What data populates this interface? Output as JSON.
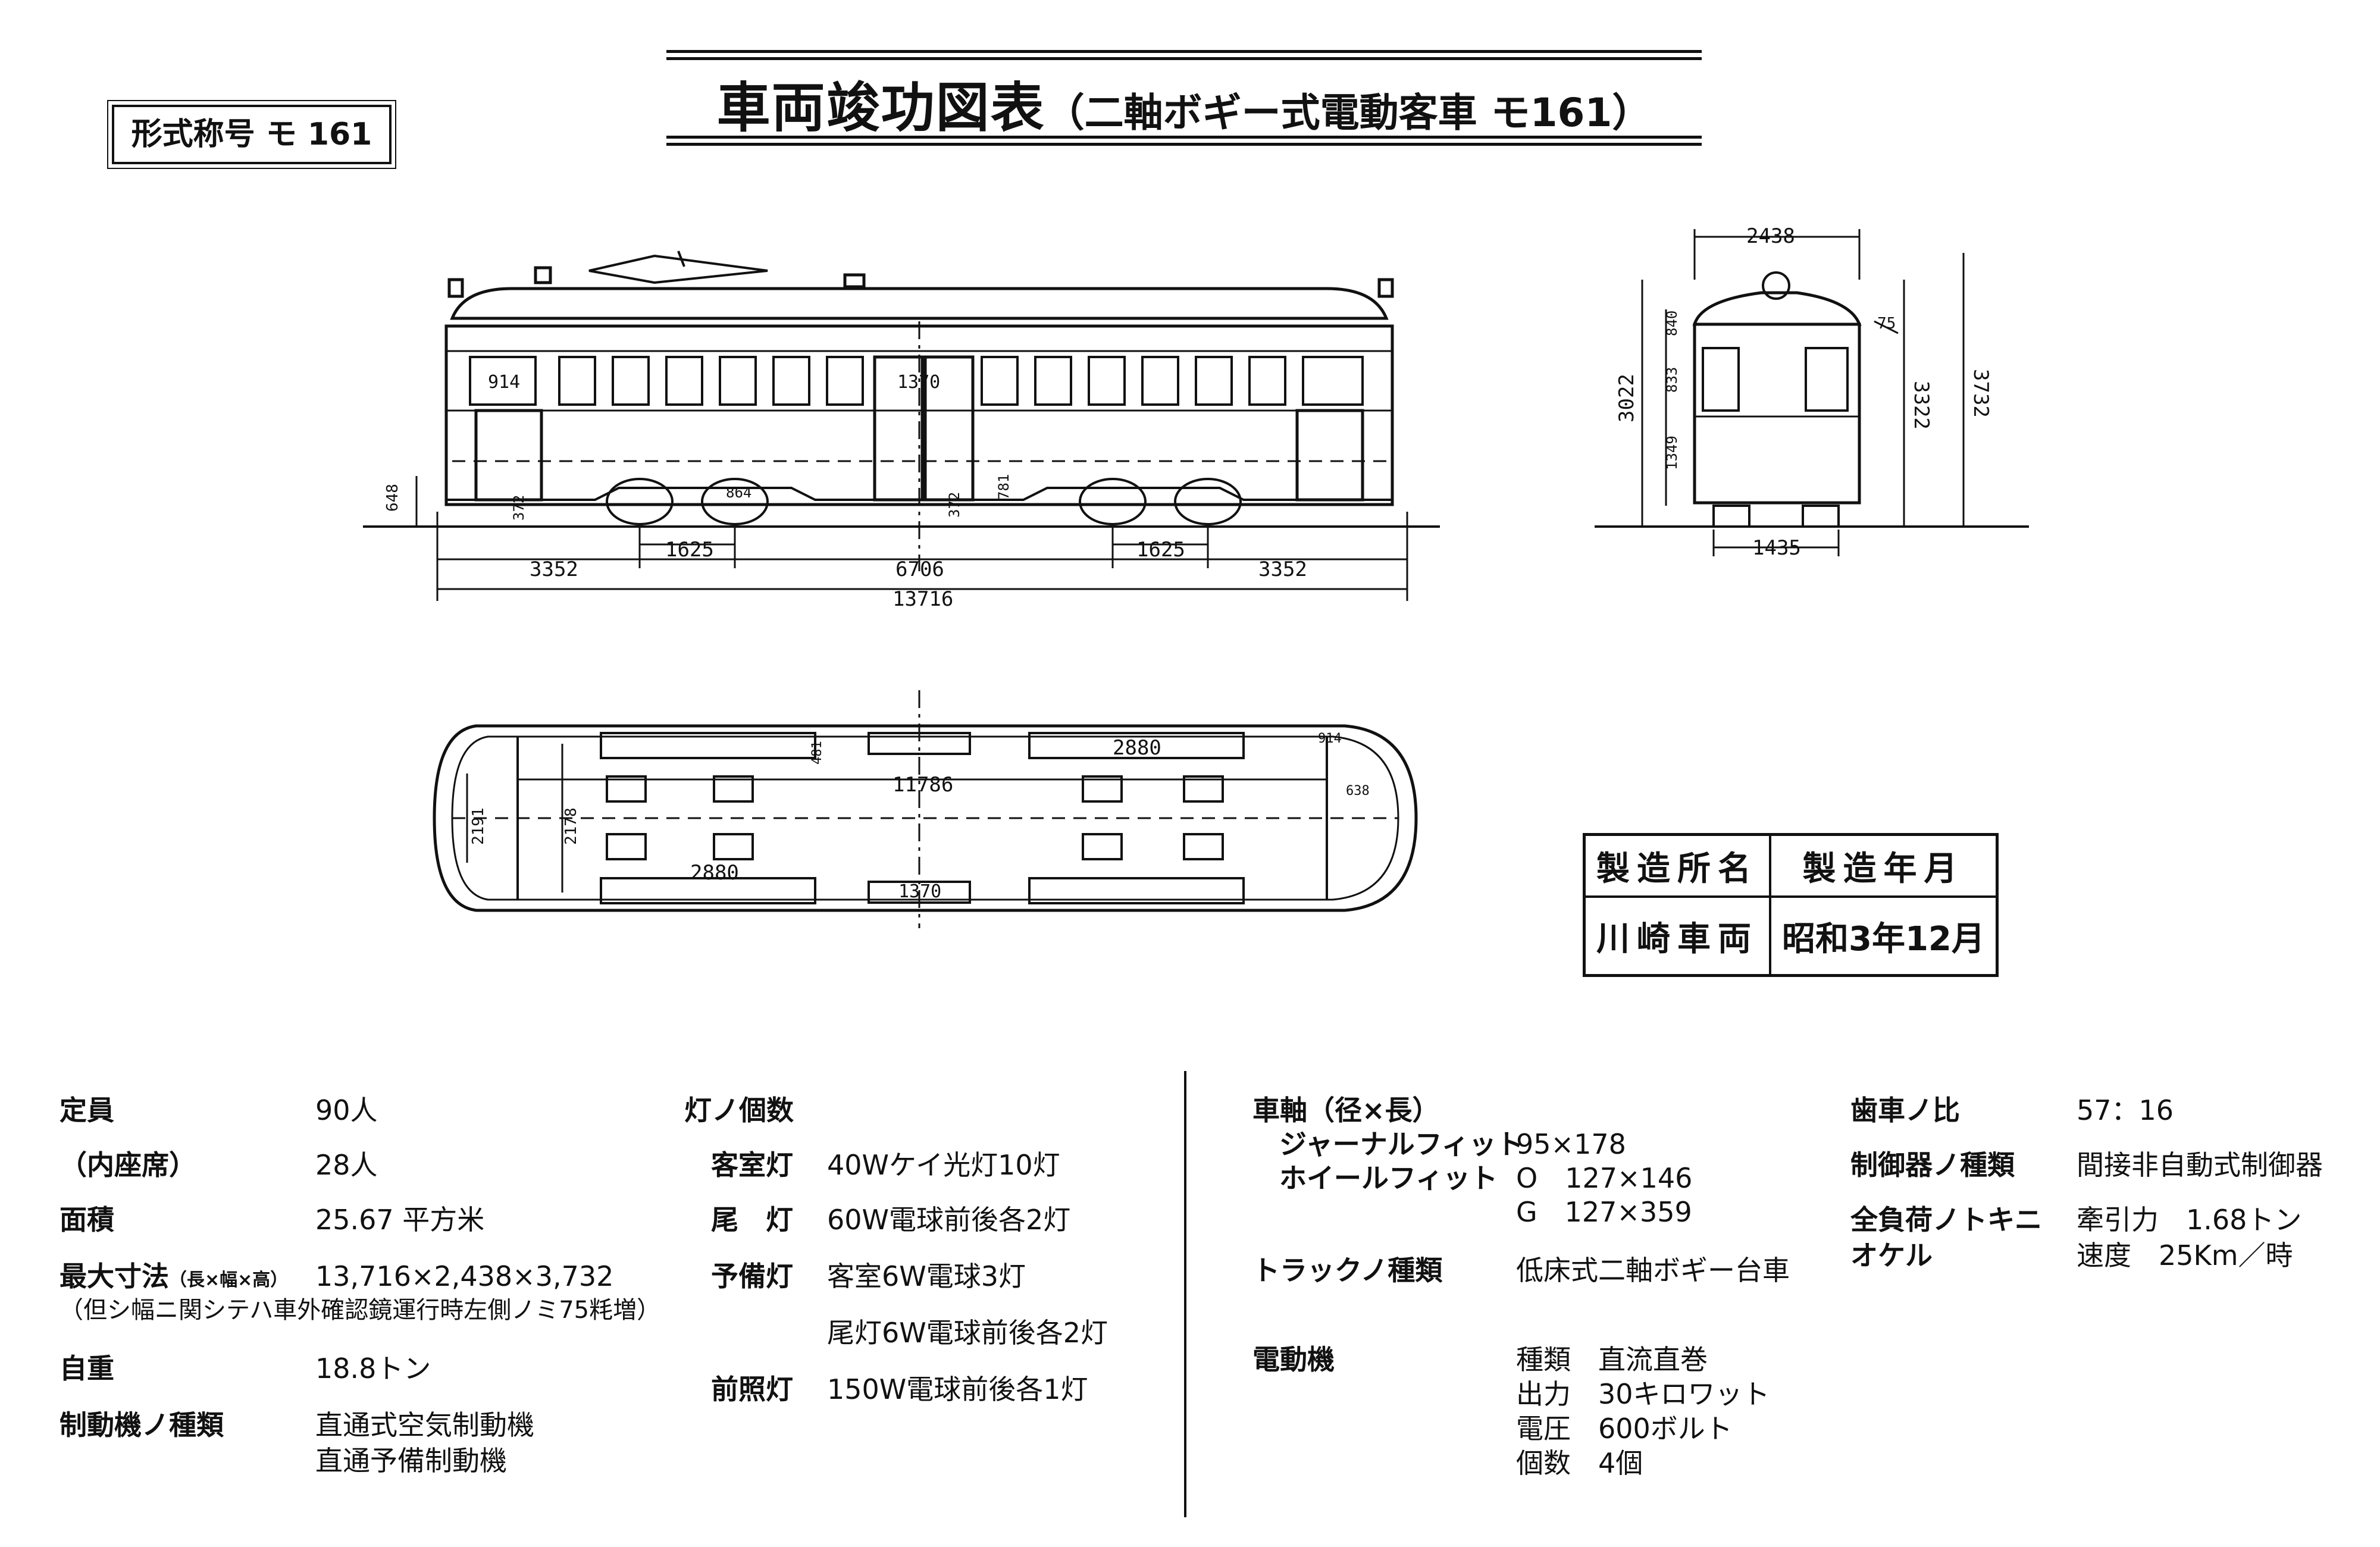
{
  "header": {
    "type_label": "形式称号 モ 161",
    "title_main": "車両竣功図表",
    "title_sub": "（二軸ボギー式電動客車 モ161）"
  },
  "side_view_dims": {
    "window_width": "914",
    "door_width": "1370",
    "floor_height": "648",
    "axle_offset": "372",
    "wheel_dia": "864",
    "step_height": "781",
    "overhang_left": "3352",
    "wheelbase_left": "1625",
    "bogie_centers": "6706",
    "wheelbase_right": "1625",
    "overhang_right": "3352",
    "overall_length": "13716"
  },
  "end_view_dims": {
    "width": "2438",
    "roof_height": "840",
    "roof_offset": "75",
    "body_height": "3022",
    "window_height": "833",
    "lower_height": "1349",
    "roof_top_height": "3322",
    "overall_height": "3732",
    "gauge": "1435"
  },
  "plan_view_dims": {
    "interior_length": "11786",
    "seat_length_a": "2880",
    "seat_length_b": "2880",
    "seat_depth": "481",
    "cab_width": "914",
    "cab_depth": "638",
    "end_width": "2191",
    "interior_width": "2178",
    "door_width": "1370"
  },
  "maker_table": {
    "header_maker": "製造所名",
    "header_year": "製造年月",
    "maker": "川崎車両",
    "year": "昭和3年12月"
  },
  "specs": {
    "capacity_label": "定員",
    "capacity_value": "90人",
    "seated_label": "（内座席）",
    "seated_value": "28人",
    "area_label": "面積",
    "area_value": "25.67 平方米",
    "maxdim_label": "最大寸法",
    "maxdim_note": "（長×幅×高）",
    "maxdim_value": "13,716×2,438×3,732",
    "maxdim_remark": "（但シ幅ニ関シテハ車外確認鏡運行時左側ノミ75粍増）",
    "weight_label": "自重",
    "weight_value": "18.8トン",
    "brake_label": "制動機ノ種類",
    "brake_value_1": "直通式空気制動機",
    "brake_value_2": "直通予備制動機",
    "lamps_label": "灯ノ個数",
    "cabin_lamp_label": "客室灯",
    "cabin_lamp_value": "40Wケイ光灯10灯",
    "tail_lamp_label": "尾　灯",
    "tail_lamp_value": "60W電球前後各2灯",
    "spare_lamp_label": "予備灯",
    "spare_lamp_value_1": "客室6W電球3灯",
    "spare_lamp_value_2": "尾灯6W電球前後各2灯",
    "head_lamp_label": "前照灯",
    "head_lamp_value": "150W電球前後各1灯",
    "axle_label": "車軸（径×長）",
    "journal_label": "ジャーナルフィット",
    "journal_value": "95×178",
    "wheelfit_label": "ホイールフィット",
    "wheelfit_o": "O　127×146",
    "wheelfit_g": "G　127×359",
    "truck_label": "トラックノ種類",
    "truck_value": "低床式二軸ボギー台車",
    "motor_label": "電動機",
    "motor_type": "種類　直流直巻",
    "motor_output": "出力　30キロワット",
    "motor_voltage": "電圧　600ボルト",
    "motor_count": "個数　4個",
    "gear_label": "歯車ノ比",
    "gear_value": "57：16",
    "controller_label": "制御器ノ種類",
    "controller_value": "間接非自動式制御器",
    "fullload_label_1": "全負荷ノトキニ",
    "fullload_label_2": "オケル",
    "fullload_traction": "牽引力　1.68トン",
    "fullload_speed": "速度　25Km／時"
  }
}
